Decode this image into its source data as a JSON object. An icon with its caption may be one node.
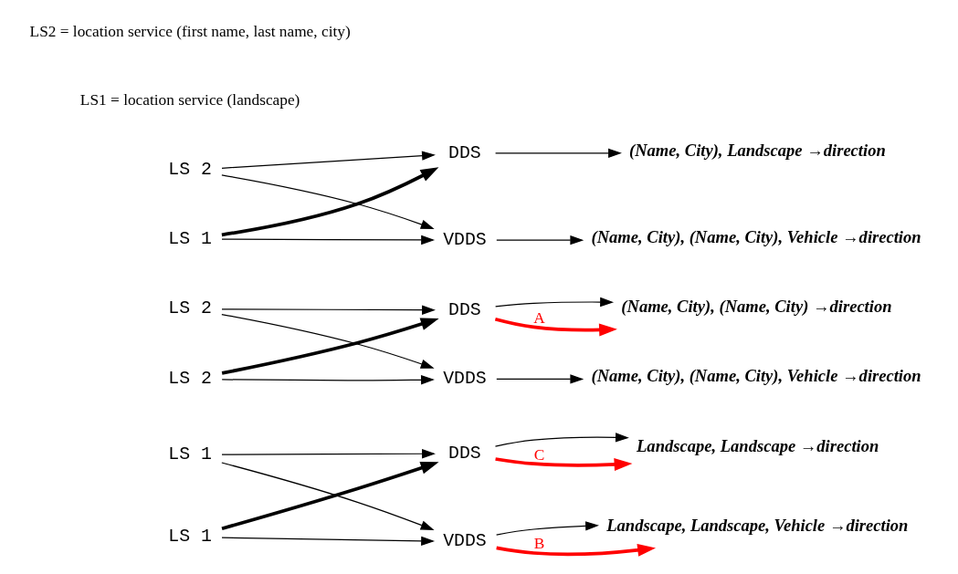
{
  "diagram": {
    "nodes": [
      {
        "text": [
          "LS 1"
        ]
      },
      {
        "text": [
          "DDS"
        ]
      },
      {
        "text": [
          "Landscape, Landscape →direction"
        ]
      },
      {
        "text": [
          "LS 1"
        ]
      },
      {
        "text": [
          "VDDS"
        ]
      },
      {
        "text": [
          "Landscape, Landscape, Vehicle →direction"
        ]
      },
      {
        "text": [
          "LS 2"
        ]
      },
      {
        "text": [
          "DDS"
        ]
      },
      {
        "text": [
          "(Name, City), (Name, City) →direction"
        ]
      },
      {
        "text": [
          "LS 2"
        ]
      },
      {
        "text": [
          "VDDS"
        ]
      },
      {
        "text": [
          "(Name, City), (Name, City), Vehicle →direction"
        ]
      },
      {
        "text": [
          "LS 2"
        ]
      },
      {
        "text": [
          "DDS"
        ]
      },
      {
        "text": [
          "(Name, City), Landscape →direction"
        ]
      },
      {
        "text": [
          "LS 1"
        ]
      },
      {
        "text": [
          "VDDS"
        ]
      },
      {
        "text": [
          "(Name, City), (Name, City), Vehicle →direction"
        ]
      }
    ],
    "edges": [
      {
        "from": 0,
        "to": 1,
        "arrow": "to"
      },
      {
        "from": 0,
        "to": 4,
        "arrow": "to"
      },
      {
        "from": 3,
        "to": 1,
        "arrow": "to",
        "style": "thick"
      },
      {
        "from": 3,
        "to": 4,
        "arrow": "to"
      },
      {
        "from": 1,
        "to": 2,
        "arrow": "to"
      },
      {
        "from": 1,
        "to": 2,
        "arrow": "to",
        "label": "C",
        "color": "#ff0000",
        "style": "thick"
      },
      {
        "from": 4,
        "to": 5,
        "arrow": "to"
      },
      {
        "from": 4,
        "to": 5,
        "arrow": "to",
        "label": "B",
        "color": "#ff0000",
        "style": "thick"
      },
      {
        "from": 6,
        "to": 7,
        "arrow": "to"
      },
      {
        "from": 6,
        "to": 10,
        "arrow": "to"
      },
      {
        "from": 9,
        "to": 7,
        "arrow": "to",
        "style": "thick"
      },
      {
        "from": 9,
        "to": 10,
        "arrow": "to"
      },
      {
        "from": 7,
        "to": 8,
        "arrow": "to"
      },
      {
        "from": 7,
        "to": 8,
        "arrow": "to",
        "label": "A",
        "color": "#ff0000",
        "style": "thick"
      },
      {
        "from": 10,
        "to": 11,
        "arrow": "to"
      },
      {
        "from": 12,
        "to": 13,
        "arrow": "to"
      },
      {
        "from": 12,
        "to": 16,
        "arrow": "to"
      },
      {
        "from": 15,
        "to": 13,
        "arrow": "to",
        "style": "thick"
      },
      {
        "from": 15,
        "to": 16,
        "arrow": "to"
      },
      {
        "from": 13,
        "to": 14,
        "arrow": "to"
      },
      {
        "from": 16,
        "to": 17,
        "arrow": "to"
      }
    ],
    "labels": [
      "LS1 = location service (landscape)",
      "LS2 = location service (first name, last name, city)"
    ]
  }
}
